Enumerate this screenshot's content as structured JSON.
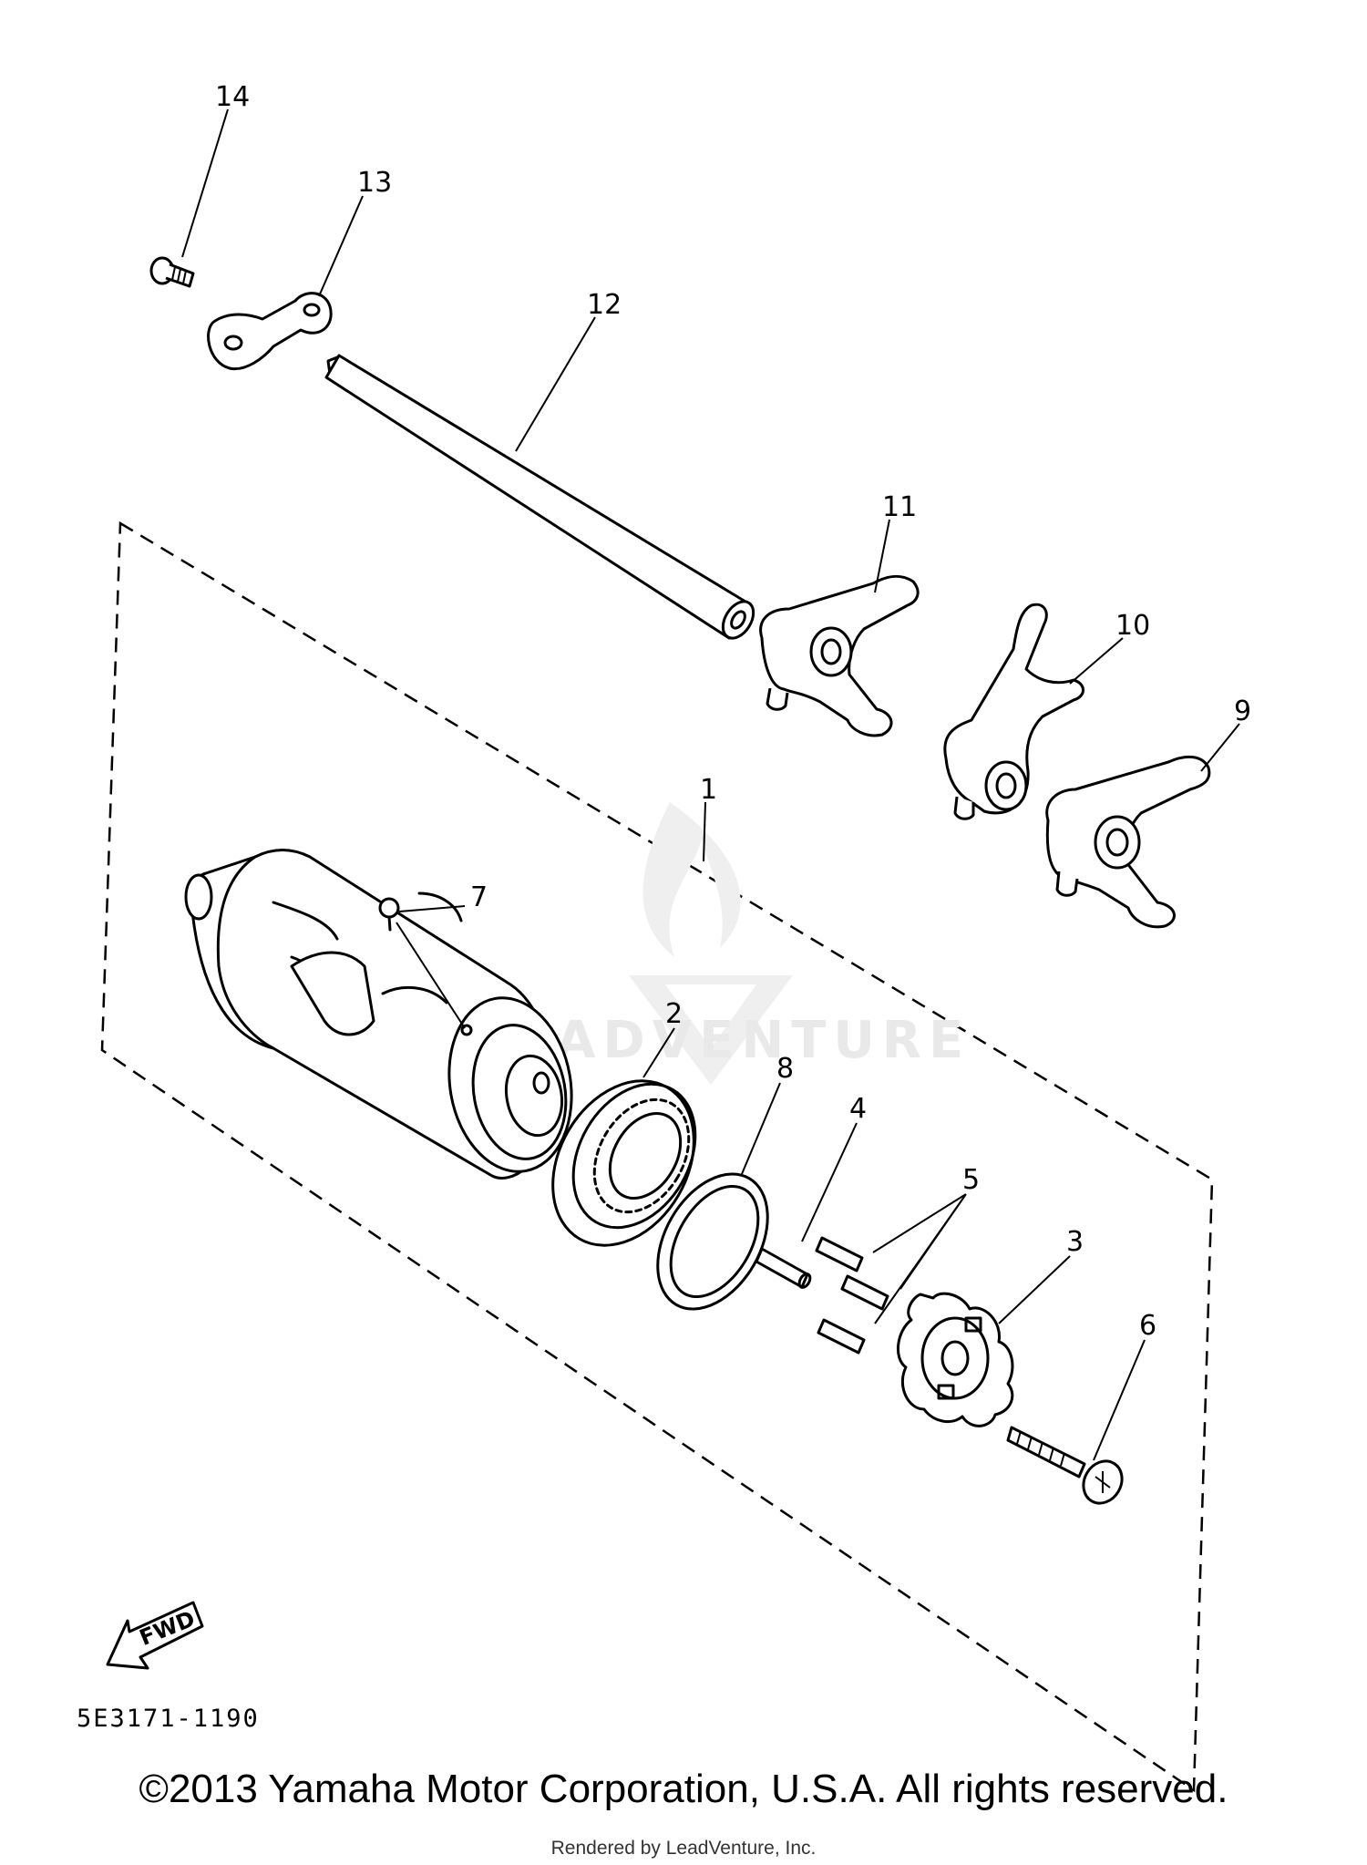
{
  "parts": [
    {
      "callout": "1",
      "part": "shift-cam-assembly"
    },
    {
      "callout": "2",
      "part": "bearing"
    },
    {
      "callout": "3",
      "part": "segment"
    },
    {
      "callout": "4",
      "part": "dowel-pin"
    },
    {
      "callout": "5",
      "part": "dowel-pins"
    },
    {
      "callout": "6",
      "part": "screw"
    },
    {
      "callout": "7",
      "part": "pin"
    },
    {
      "callout": "8",
      "part": "washer"
    },
    {
      "callout": "9",
      "part": "shift-fork-1"
    },
    {
      "callout": "10",
      "part": "shift-fork-2"
    },
    {
      "callout": "11",
      "part": "shift-fork-3"
    },
    {
      "callout": "12",
      "part": "guide-bar"
    },
    {
      "callout": "13",
      "part": "stopper-plate"
    },
    {
      "callout": "14",
      "part": "bolt"
    }
  ],
  "fwd_label": "FWD",
  "drawing_code": "5E3171-1190",
  "watermark_text": "LEADVENTURE",
  "copyright": "©2013 Yamaha Motor Corporation, U.S.A. All rights reserved.",
  "rendered_by": "Rendered by LeadVenture, Inc."
}
